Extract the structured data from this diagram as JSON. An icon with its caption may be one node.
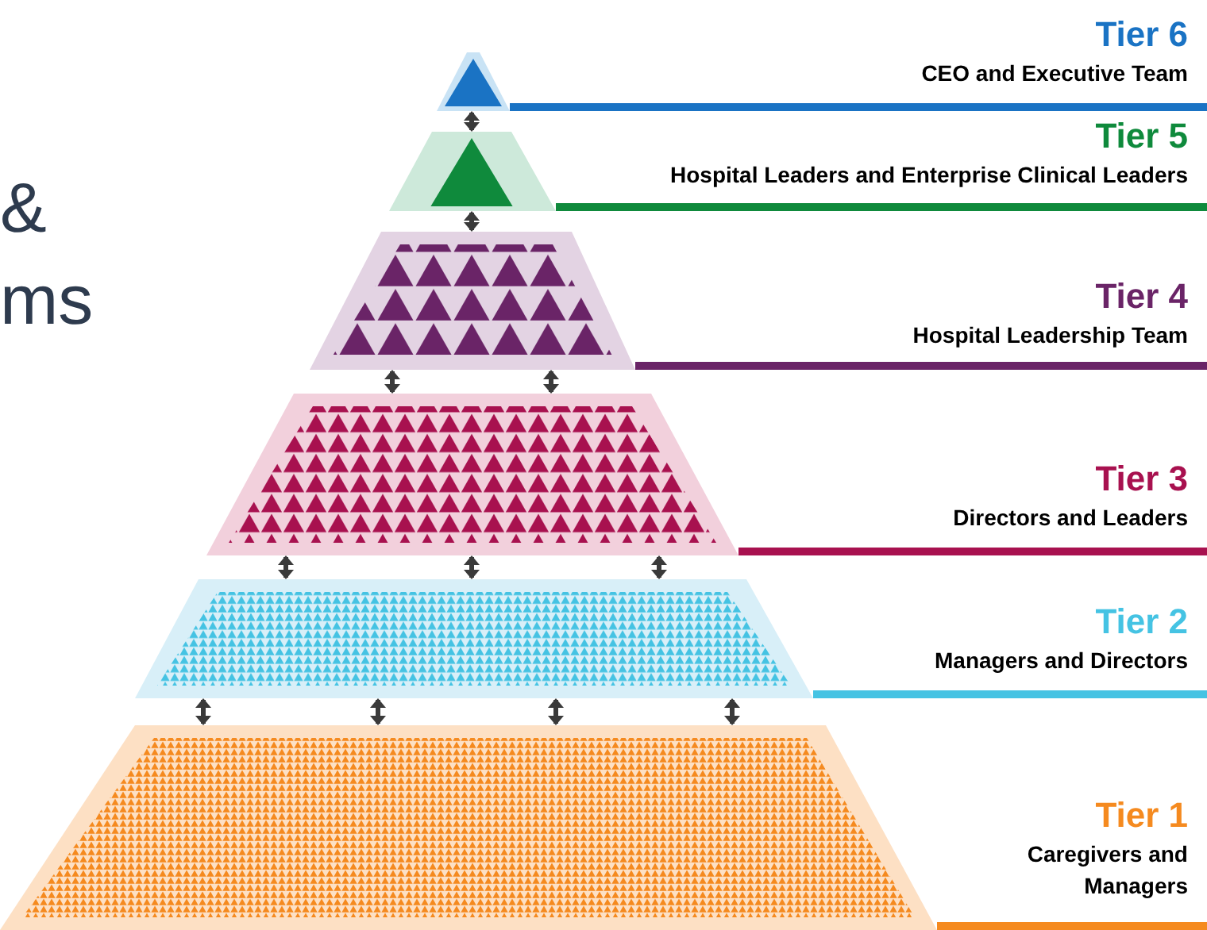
{
  "diagram": {
    "nodes": [
      {
        "text": [
          "Tier 6",
          "CEO and Executive Team"
        ]
      },
      {
        "text": [
          "Tier 5",
          "Hospital Leaders and Enterprise Clinical Leaders"
        ]
      },
      {
        "text": [
          "Tier 4",
          "Hospital Leadership Team"
        ]
      },
      {
        "text": [
          "Tier 3",
          "Directors and Leaders"
        ]
      },
      {
        "text": [
          "Tier 2",
          "Managers and Directors"
        ]
      },
      {
        "text": [
          "Tier 1",
          "Caregivers and Managers"
        ]
      }
    ],
    "edges": [
      {
        "from": 0,
        "to": 1,
        "arrow": "both"
      },
      {
        "from": 1,
        "to": 2,
        "arrow": "both"
      },
      {
        "from": 2,
        "to": 3,
        "arrow": "both"
      },
      {
        "from": 2,
        "to": 3,
        "arrow": "both"
      },
      {
        "from": 3,
        "to": 4,
        "arrow": "both"
      },
      {
        "from": 3,
        "to": 4,
        "arrow": "both"
      },
      {
        "from": 3,
        "to": 4,
        "arrow": "both"
      },
      {
        "from": 4,
        "to": 5,
        "arrow": "both"
      },
      {
        "from": 4,
        "to": 5,
        "arrow": "both"
      },
      {
        "from": 4,
        "to": 5,
        "arrow": "both"
      },
      {
        "from": 4,
        "to": 5,
        "arrow": "both"
      }
    ],
    "labels": [
      "&",
      "ms"
    ]
  }
}
